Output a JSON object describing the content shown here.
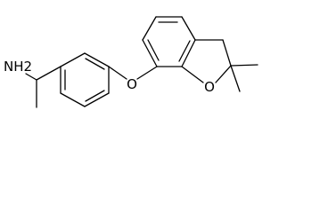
{
  "molecule": {
    "atoms": {
      "amine": "NH2",
      "aryl_ether_oxygen": "O",
      "ring_oxygen": "O"
    }
  }
}
